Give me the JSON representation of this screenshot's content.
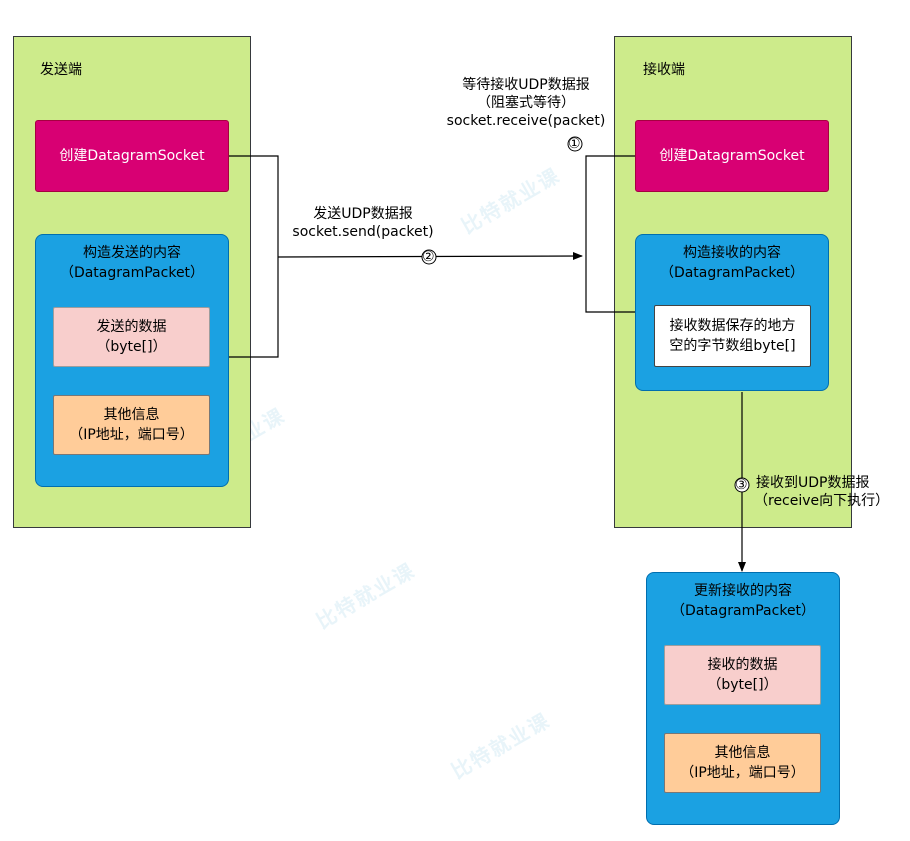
{
  "sender": {
    "title": "发送端",
    "create_socket": "创建DatagramSocket",
    "construct": {
      "line1": "构造发送的内容",
      "line2": "（DatagramPacket）"
    },
    "data_box": {
      "line1": "发送的数据",
      "line2": "（byte[]）"
    },
    "info_box": {
      "line1": "其他信息",
      "line2": "（IP地址，端口号）"
    }
  },
  "receiver": {
    "title": "接收端",
    "create_socket": "创建DatagramSocket",
    "construct": {
      "line1": "构造接收的内容",
      "line2": "（DatagramPacket）"
    },
    "buffer_box": {
      "line1": "接收数据保存的地方",
      "line2": "空的字节数组byte[]"
    }
  },
  "updated": {
    "construct": {
      "line1": "更新接收的内容",
      "line2": "（DatagramPacket）"
    },
    "data_box": {
      "line1": "接收的数据",
      "line2": "（byte[]）"
    },
    "info_box": {
      "line1": "其他信息",
      "line2": "（IP地址，端口号）"
    }
  },
  "annotations": {
    "wait": {
      "line1": "等待接收UDP数据报",
      "line2": "（阻塞式等待）",
      "line3": "socket.receive(packet)",
      "step": "①"
    },
    "send": {
      "line1": "发送UDP数据报",
      "line2": "socket.send(packet)",
      "step": "②"
    },
    "received": {
      "step": "③",
      "line1": "接收到UDP数据报",
      "line2": "（receive向下执行）"
    }
  },
  "watermark": {
    "text": "比特就业课"
  },
  "colors": {
    "panel": "#cdeb8b",
    "socket": "#d80073",
    "packet": "#1ba1e2",
    "data": "#f8cecc",
    "info": "#ffcc99"
  }
}
